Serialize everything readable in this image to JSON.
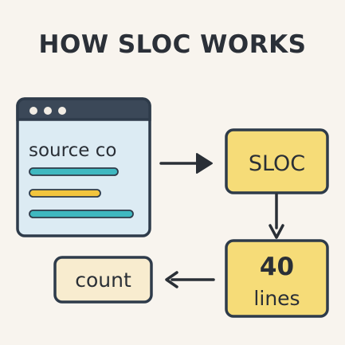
{
  "title": "HOW SLOC WORKS",
  "nodes": {
    "source_window": {
      "label": "source co"
    },
    "sloc": {
      "label": "SLOC"
    },
    "result": {
      "value": "40",
      "unit": "lines"
    },
    "count": {
      "label": "count"
    }
  },
  "colors": {
    "background": "#f8f4ee",
    "outline": "#2e3b4a",
    "window_fill": "#dcebf3",
    "window_titlebar": "#3b4858",
    "sloc_fill": "#f6dc78",
    "result_fill": "#f6dc78",
    "count_fill": "#f8eccf",
    "code_line_teal": "#3fb8c0",
    "code_line_yellow": "#f2c53d"
  },
  "icons": {
    "window_controls": "three-dots-icon",
    "arrow_right": "arrow-right-icon",
    "arrow_down": "arrow-down-icon",
    "arrow_left": "arrow-left-icon"
  }
}
